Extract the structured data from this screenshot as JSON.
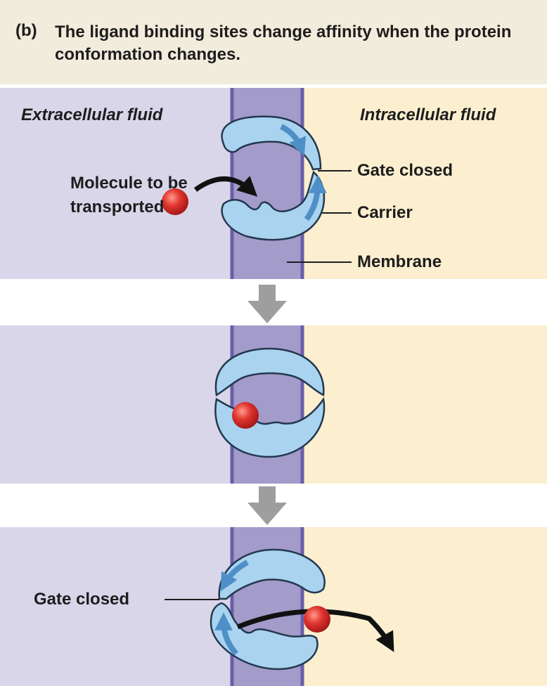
{
  "header": {
    "tag": "(b)",
    "title": "The ligand binding sites change affinity when the protein conformation changes."
  },
  "labels": {
    "extracellular": "Extracellular fluid",
    "intracellular": "Intracellular fluid",
    "gate_closed_top": "Gate closed",
    "carrier": "Carrier",
    "membrane": "Membrane",
    "molecule": "Molecule to be transported",
    "gate_closed_bottom": "Gate closed"
  },
  "colors": {
    "extracellular": "#d9d6ea",
    "intracellular": "#fbefcf",
    "membrane": "#a39bc9",
    "membrane_edge": "#6a5ea8",
    "carrier": "#a9d3ef",
    "carrier_edge": "#23384f",
    "molecule": "#d9262a",
    "step_arrow": "#9e9e9e"
  }
}
